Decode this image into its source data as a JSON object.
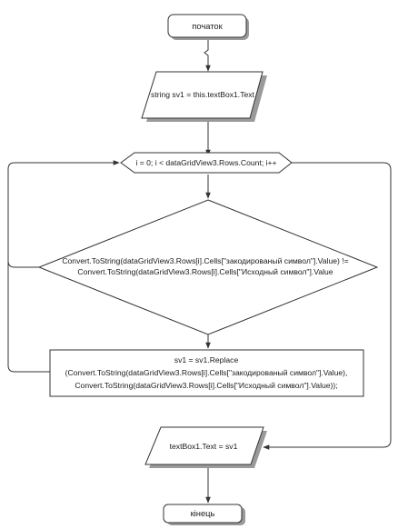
{
  "flowchart": {
    "start_label": "початок",
    "input_label": "string sv1 = this.textBox1.Text",
    "loop_label": "i = 0; i < dataGridView3.Rows.Count; i++",
    "condition_lines": [
      "Convert.ToString(dataGridView3.Rows[i].Cells[\"закодированый символ\"].Value) !=",
      "Convert.ToString(dataGridView3.Rows[i].Cells[\"Исходный символ\"].Value"
    ],
    "process_lines": [
      "sv1 = sv1.Replace",
      "(Convert.ToString(dataGridView3.Rows[i].Cells[\"закодированый символ\"].Value),",
      "Convert.ToString(dataGridView3.Rows[i].Cells[\"Исходный символ\"].Value));"
    ],
    "output_label": "textBox1.Text = sv1",
    "end_label": "кінець"
  },
  "colors": {
    "stroke": "#333333",
    "shadow": "#9a9a9a",
    "background": "#ffffff"
  }
}
